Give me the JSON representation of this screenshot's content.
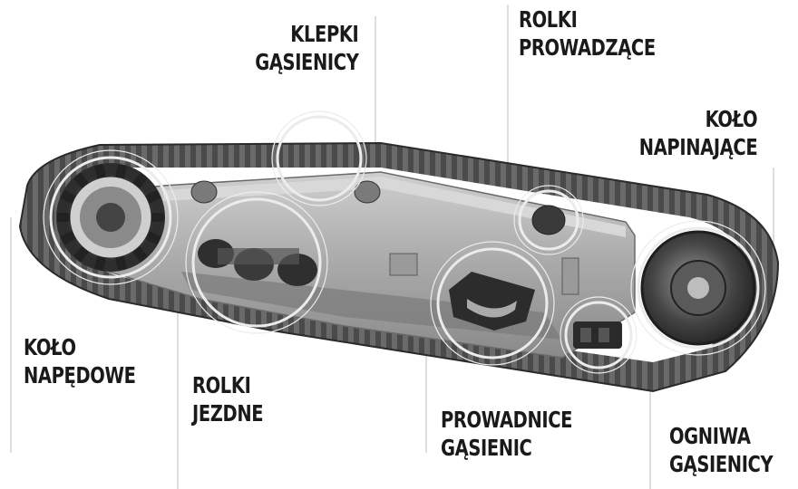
{
  "labels": {
    "track_pins": [
      "KLEPKI",
      "GĄSIENICY"
    ],
    "carrier_rollers": [
      "ROLKI",
      "PROWADZĄCE"
    ],
    "idler": [
      "KOŁO",
      "NAPINAJĄCE"
    ],
    "sprocket": [
      "KOŁO",
      "NAPĘDOWE"
    ],
    "track_rollers": [
      "ROLKI",
      "JEZDNE"
    ],
    "track_guides": [
      "PROWADNICE",
      "GĄSIENIC"
    ],
    "track_links": [
      "OGNIWA",
      "GĄSIENICY"
    ]
  },
  "colors": {
    "track_dark": "#3a3a3a",
    "frame_light": "#b8b8b8",
    "frame_mid": "#8e8e8e",
    "label_text": "#1a1a1a",
    "callout_line": "#cfcfcf",
    "circle_ring": "#e6e6e6"
  }
}
